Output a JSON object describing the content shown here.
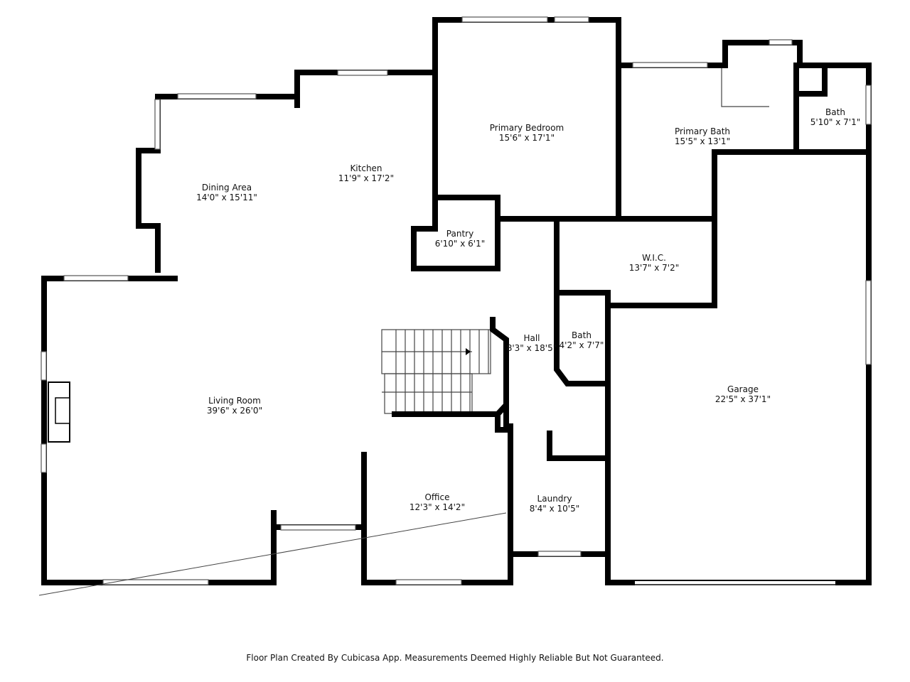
{
  "rooms": [
    {
      "name": "Primary Bedroom",
      "size": "15'6\" x 17'1\""
    },
    {
      "name": "Primary Bath",
      "size": "15'5\" x 13'1\""
    },
    {
      "name": "Bath",
      "size": "5'10\" x 7'1\""
    },
    {
      "name": "Kitchen",
      "size": "11'9\" x 17'2\""
    },
    {
      "name": "Dining Area",
      "size": "14'0\" x 15'11\""
    },
    {
      "name": "Pantry",
      "size": "6'10\" x 6'1\""
    },
    {
      "name": "W.I.C.",
      "size": "13'7\" x 7'2\""
    },
    {
      "name": "Hall",
      "size": "8'3\" x 18'5\""
    },
    {
      "name": "Bath",
      "size": "4'2\" x 7'7\""
    },
    {
      "name": "Garage",
      "size": "22'5\" x 37'1\""
    },
    {
      "name": "Living Room",
      "size": "39'6\" x 26'0\""
    },
    {
      "name": "Office",
      "size": "12'3\" x 14'2\""
    },
    {
      "name": "Laundry",
      "size": "8'4\" x 10'5\""
    }
  ],
  "footer": "Floor Plan Created By Cubicasa App. Measurements Deemed Highly Reliable But Not Guaranteed."
}
